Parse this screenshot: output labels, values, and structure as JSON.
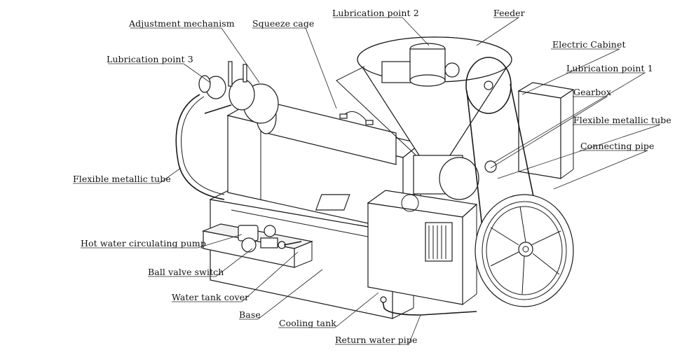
{
  "labels": {
    "adjustment_mechanism": "Adjustment mechanism",
    "squeeze_cage": "Squeeze cage",
    "lubrication_point_2": "Lubrication point 2",
    "feeder": "Feeder",
    "electric_cabinet": "Electric Cabinet",
    "lubrication_point_1": "Lubrication point 1",
    "lubrication_point_3": "Lubrication point 3",
    "gearbox": "Gearbox",
    "flexible_metallic_tube_right": "Flexible metallic tube",
    "connecting_pipe": "Connecting pipe",
    "flexible_metallic_tube_left": "Flexible metallic tube",
    "hot_water_circulating_pump": "Hot water circulating pump",
    "ball_valve_switch": "Ball valve switch",
    "water_tank_cover": "Water tank cover",
    "base": "Base",
    "cooling_tank": "Cooling tank",
    "return_water_pipe": "Return water pipe"
  }
}
